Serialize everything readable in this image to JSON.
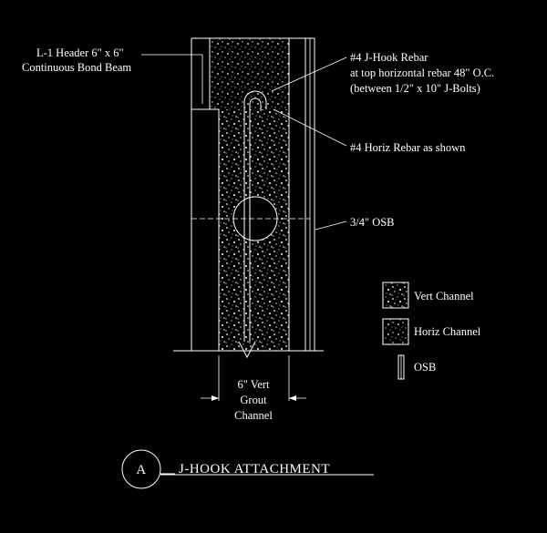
{
  "colors": {
    "background": "#000000",
    "linework": "#ffffff"
  },
  "callouts": {
    "header_line1": "L-1 Header   6\" x 6\"",
    "header_line2": "Continuous Bond Beam",
    "jhook_line1": "#4 J-Hook Rebar",
    "jhook_line2": "at top horizontal rebar 48\" O.C.",
    "jhook_line3": "(between 1/2\" x 10\" J-Bolts)",
    "horiz_rebar": "#4 Horiz Rebar as shown",
    "osb": "3/4\" OSB"
  },
  "dimension": {
    "line1": "6\" Vert",
    "line2": "Grout",
    "line3": "Channel"
  },
  "legend": [
    {
      "key": "vert",
      "label": "Vert Channel",
      "pattern": "dense-dots"
    },
    {
      "key": "horiz",
      "label": "Horiz Channel",
      "pattern": "sparse-dots"
    },
    {
      "key": "osb",
      "label": "OSB",
      "pattern": "double-line"
    }
  ],
  "title_block": {
    "tag": "A",
    "title": "J-HOOK ATTACHMENT"
  }
}
